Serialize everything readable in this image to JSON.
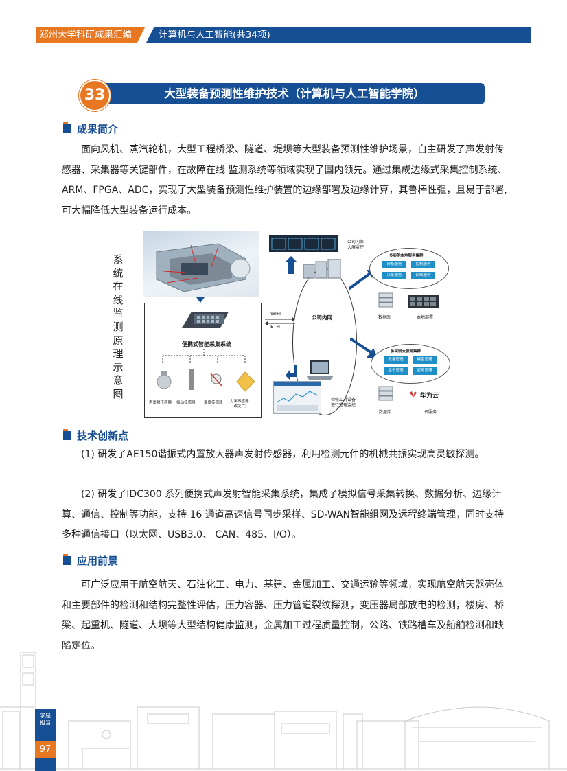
{
  "header": {
    "left_label": "郑州大学科研成果汇编",
    "right_label": "计算机与人工智能(共34项)"
  },
  "project": {
    "number": "33",
    "title": "大型装备预测性维护技术（计算机与人工智能学院）"
  },
  "sections": {
    "intro": {
      "title": "成果简介",
      "text": "面向风机、蒸汽轮机，大型工程桥梁、隧道、堤坝等大型装备预测性维护场景，自主研发了声发射传感器、采集器等关键部件，在故障在线 监测系统等领域实现了国内领先。通过集成边缘式采集控制系统、ARM、FPGA、ADC，实现了大型装备预测性维护装置的边缘部署及边缘计算，其鲁棒性强，且易于部署,可大幅降低大型装备运行成本。"
    },
    "innovation": {
      "title": "技术创新点",
      "p1": "(1) 研发了AE150谐振式内置放大器声发射传感器，利用检测元件的机械共振实现高灵敏探测。",
      "p2": "(2) 研发了IDC300 系列便携式声发射智能采集系统，集成了模拟信号采集转换、数据分析、边缘计算、通信、控制等功能，支持 16 通道高速信号同步采样、SD-WAN智能组网及远程终端管理，同时支持多种通信接口（以太网、USB3.0、 CAN、485、I/O）。"
    },
    "application": {
      "title": "应用前景",
      "text": "可广泛应用于航空航天、石油化工、电力、基建、金属加工、交通运输等领域，实现航空航天器壳体和主要部件的检测和结构完整性评估，压力容器、压力管道裂纹探测，变压器局部放电的检测，楼房、桥梁、起重机、隧道、大坝等大型结构健康监测，金属加工过程质量控制，公路、铁路槽车及船舶检测和缺陷定位。"
    }
  },
  "diagram": {
    "vertical_title": "系统在线监测原理示意图",
    "collector_label": "便携式智能采集系统",
    "sensors": [
      "声发射传感器",
      "振动传感器",
      "温度传感器",
      "力学传感器\n(改变片)"
    ],
    "link_labels": [
      "WIFI",
      "ETH"
    ],
    "network_label": "公司内网",
    "big_screen_label": "公司内部\n大屏监控",
    "local_cluster": {
      "title": "多实例本地服务集群",
      "chips": [
        "分析服务",
        "控制服务",
        "采集服务",
        "网络服务"
      ],
      "db_label": "数据库",
      "server_label": "本地部署"
    },
    "cloud_cluster": {
      "title": "多实例云服务集群",
      "chips": [
        "数据管理",
        "模型管理",
        "显示管理",
        "应用管理"
      ],
      "db_label": "数据库",
      "server_label": "云服务",
      "brand": "华为云"
    },
    "terminal_label": "检修工对设备\n进行管理监控"
  },
  "footer": {
    "page_number": "97",
    "slogan": "求是担当"
  },
  "colors": {
    "brand_blue": "#174f95",
    "accent_orange": "#e87722",
    "chip_blue": "#1f8fc8"
  }
}
